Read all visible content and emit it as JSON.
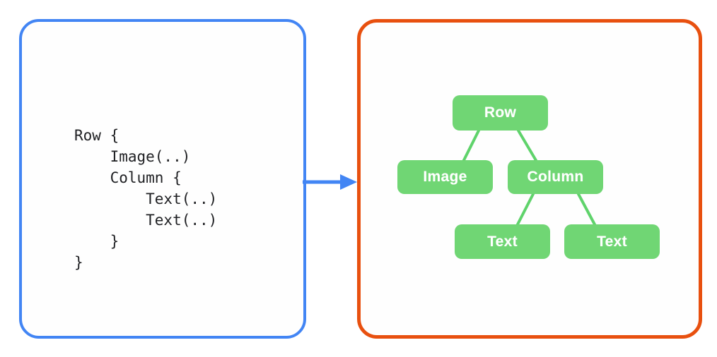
{
  "diagram": {
    "description": "Compose-style code snippet mapped to its UI tree",
    "left_panel": {
      "code": "Row {\n    Image(..)\n    Column {\n        Text(..)\n        Text(..)\n    }\n}"
    },
    "arrow": {
      "direction": "right"
    },
    "right_panel": {
      "nodes": [
        {
          "id": "row",
          "label": "Row"
        },
        {
          "id": "image",
          "label": "Image"
        },
        {
          "id": "column",
          "label": "Column"
        },
        {
          "id": "text1",
          "label": "Text"
        },
        {
          "id": "text2",
          "label": "Text"
        }
      ],
      "edges": [
        {
          "from": "row",
          "to": "image"
        },
        {
          "from": "row",
          "to": "column"
        },
        {
          "from": "column",
          "to": "text1"
        },
        {
          "from": "column",
          "to": "text2"
        }
      ]
    },
    "colors": {
      "code_panel_border": "#4285F4",
      "tree_panel_border": "#E8500F",
      "arrow": "#4285F4",
      "node_fill": "#70D674",
      "edge_line": "#5FD36B",
      "node_text": "#ffffff",
      "code_text": "#202124"
    }
  }
}
